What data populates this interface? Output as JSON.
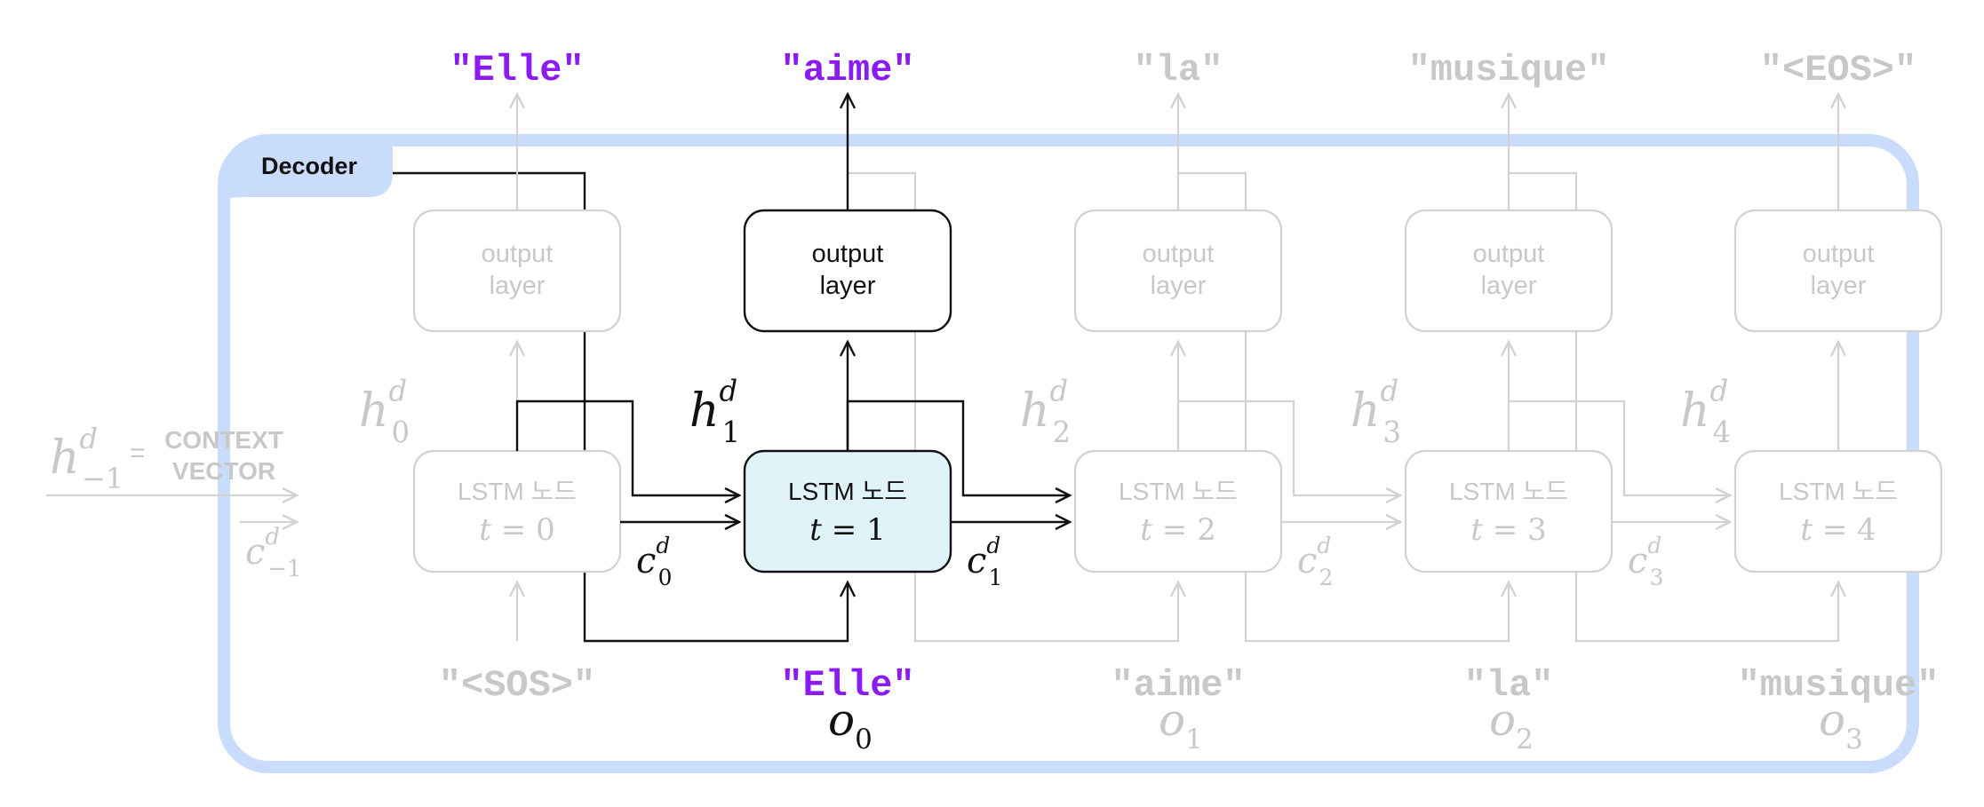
{
  "colors": {
    "frame": "#c9dcfb",
    "active": "#111111",
    "faded": "#d2d2d2",
    "faded_text": "#c8c8c8",
    "highlight_fill": "#dff3f8",
    "token_active": "#8a1cf2"
  },
  "decoder": {
    "label": "Decoder"
  },
  "context": {
    "h_base": "h",
    "h_sup": "d",
    "h_sub": "−1",
    "equals": "=",
    "line1": "CONTEXT",
    "line2": "VECTOR"
  },
  "initial_cell": {
    "c_base": "c",
    "c_sup": "d",
    "c_sub": "−1"
  },
  "steps": [
    {
      "output_token": "\"Elle\"",
      "output_layer": [
        "output",
        "layer"
      ],
      "h": {
        "base": "h",
        "sup": "d",
        "sub": "0"
      },
      "lstm": {
        "line1": "LSTM 노드",
        "t_var": "t",
        "eq": " = ",
        "t_val": "0"
      },
      "c": {
        "base": "c",
        "sup": "d",
        "sub": "0"
      },
      "input_token": "\"<SOS>\"",
      "input_o": null
    },
    {
      "output_token": "\"aime\"",
      "output_layer": [
        "output",
        "layer"
      ],
      "h": {
        "base": "h",
        "sup": "d",
        "sub": "1"
      },
      "lstm": {
        "line1": "LSTM 노드",
        "t_var": "t",
        "eq": " = ",
        "t_val": "1"
      },
      "c": {
        "base": "c",
        "sup": "d",
        "sub": "1"
      },
      "input_token": "\"Elle\"",
      "input_o": {
        "base": "o",
        "sub": "0"
      }
    },
    {
      "output_token": "\"la\"",
      "output_layer": [
        "output",
        "layer"
      ],
      "h": {
        "base": "h",
        "sup": "d",
        "sub": "2"
      },
      "lstm": {
        "line1": "LSTM 노드",
        "t_var": "t",
        "eq": " = ",
        "t_val": "2"
      },
      "c": {
        "base": "c",
        "sup": "d",
        "sub": "2"
      },
      "input_token": "\"aime\"",
      "input_o": {
        "base": "o",
        "sub": "1"
      }
    },
    {
      "output_token": "\"musique\"",
      "output_layer": [
        "output",
        "layer"
      ],
      "h": {
        "base": "h",
        "sup": "d",
        "sub": "3"
      },
      "lstm": {
        "line1": "LSTM 노드",
        "t_var": "t",
        "eq": " = ",
        "t_val": "3"
      },
      "c": {
        "base": "c",
        "sup": "d",
        "sub": "3"
      },
      "input_token": "\"la\"",
      "input_o": {
        "base": "o",
        "sub": "2"
      }
    },
    {
      "output_token": "\"<EOS>\"",
      "output_layer": [
        "output",
        "layer"
      ],
      "h": {
        "base": "h",
        "sup": "d",
        "sub": "4"
      },
      "lstm": {
        "line1": "LSTM 노드",
        "t_var": "t",
        "eq": " = ",
        "t_val": "4"
      },
      "c": null,
      "input_token": "\"musique\"",
      "input_o": {
        "base": "o",
        "sub": "3"
      }
    }
  ]
}
